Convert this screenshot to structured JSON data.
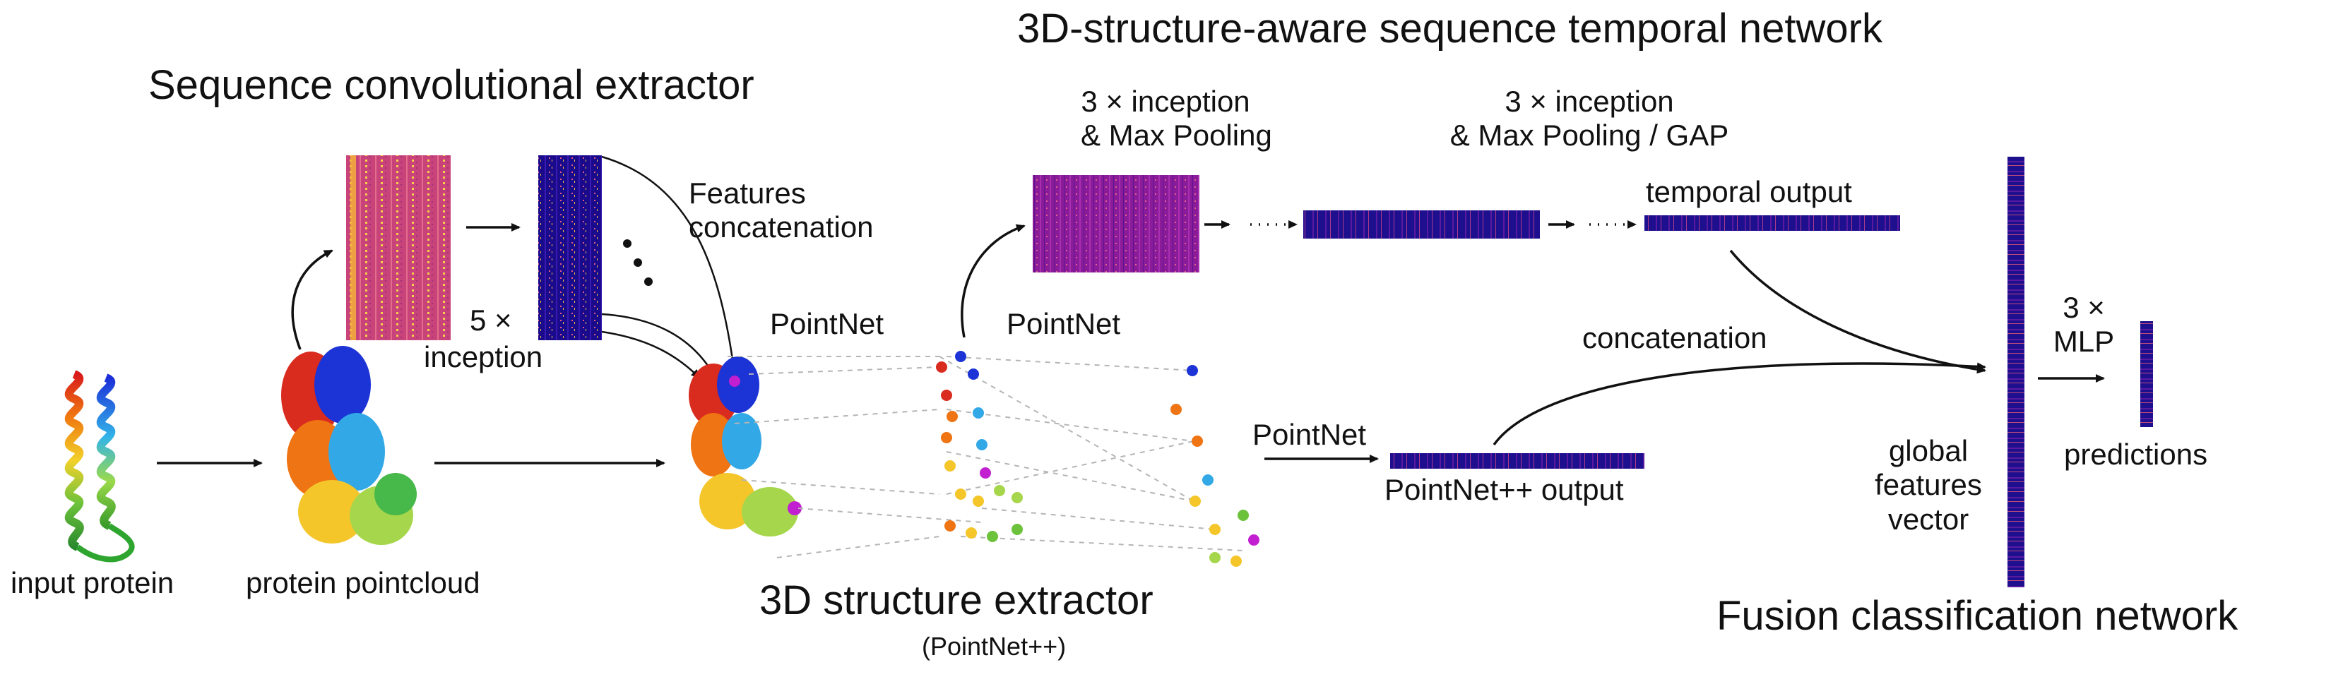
{
  "titles": {
    "temporal_network": "3D-structure-aware sequence temporal network",
    "conv_extractor": "Sequence convolutional extractor",
    "structure_extractor": "3D structure extractor",
    "structure_extractor_sub": "(PointNet++)",
    "fusion_network": "Fusion classification network"
  },
  "labels": {
    "input_protein": "input protein",
    "protein_pointcloud": "protein pointcloud",
    "inception_5x_line1": "5 ×",
    "inception_5x_line2": "inception",
    "features_concat_line1": "Features",
    "features_concat_line2": "concatenation",
    "pointnet_a": "PointNet",
    "pointnet_b": "PointNet",
    "pointnet_c": "PointNet",
    "pointnet_output": "PointNet++ output",
    "inception_pool_line1": "3 × inception",
    "inception_pool_line2": "& Max Pooling",
    "inception_gap_line1": "3 × inception",
    "inception_gap_line2": "& Max Pooling / GAP",
    "temporal_output": "temporal output",
    "concatenation": "concatenation",
    "mlp_line1": "3 ×",
    "mlp_line2": "MLP",
    "global_line1": "global",
    "global_line2": "features",
    "global_line3": "vector",
    "predictions": "predictions",
    "ellipsis": "···"
  },
  "colors": {
    "heatmap_pink": "#c8437a",
    "heatmap_purple": "#8a1c9a",
    "heatmap_dark_blue": "#1a0a8c",
    "arrow": "#111111"
  }
}
